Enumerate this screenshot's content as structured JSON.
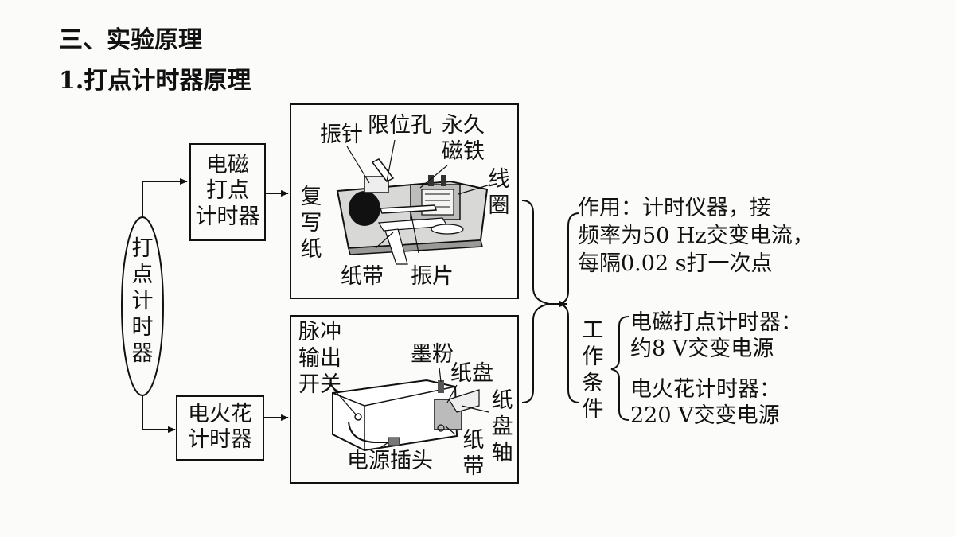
{
  "heading": {
    "section": "三、实验原理",
    "subsection_num": "1",
    "subsection_text": ".打点计时器原理"
  },
  "diagram": {
    "root": "打\n点\n计\n时\n器",
    "branch_top": "电磁\n打点\n计时器",
    "branch_bottom": "电火花\n计时器",
    "em_labels": {
      "needle": "振针",
      "limit_hole": "限位孔",
      "magnet": "永久\n磁铁",
      "coil": "线\n圈",
      "carbon": "复\n写\n纸",
      "tape": "纸带",
      "reed": "振片"
    },
    "spark_labels": {
      "switch": "脉冲\n输出\n开关",
      "ink": "墨粉",
      "disc": "纸盘",
      "axle": "纸\n盘\n轴",
      "tape": "纸\n带",
      "plug": "电源插头"
    },
    "function_text": "作用：计时仪器，接\n频率为50 Hz交变电流，\n每隔0.02 s打一次点",
    "work_label": "工\n作\n条\n件",
    "condition_em": "电磁打点计时器：\n约8 V交变电源",
    "condition_spark": "电火花计时器：\n220 V交变电源"
  }
}
